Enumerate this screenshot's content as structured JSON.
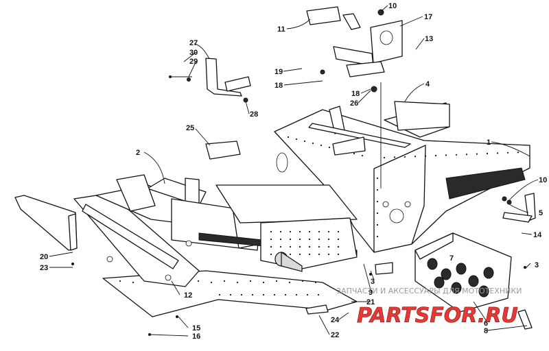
{
  "diagram": {
    "callouts": [
      "1",
      "2",
      "3",
      "4",
      "5",
      "6",
      "7",
      "8",
      "9",
      "10",
      "11",
      "12",
      "13",
      "14",
      "15",
      "16",
      "17",
      "18",
      "19",
      "20",
      "21",
      "22",
      "23",
      "24",
      "25",
      "26",
      "27",
      "28",
      "29",
      "30"
    ],
    "watermark": {
      "caption": "ЗАПЧАСТИ И АКСЕССУАРЫ ДЛЯ МОТОТЕХНИКИ",
      "logo": "PARTSFOR.RU",
      "logo_color": "#e53935",
      "caption_color": "#9a9a9a"
    },
    "line_color": "#111111"
  }
}
